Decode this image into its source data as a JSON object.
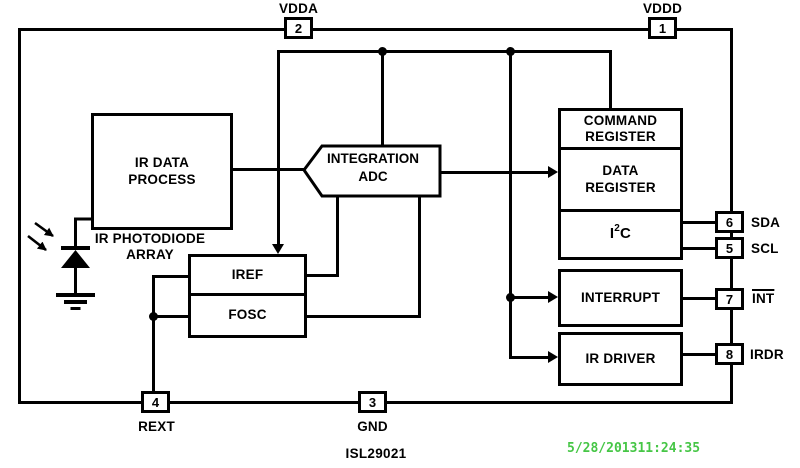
{
  "title": {
    "part_number": "ISL29021"
  },
  "watermark": {
    "timestamp": "5/28/201311:24:35"
  },
  "colors": {
    "line": "#000000",
    "background": "#ffffff",
    "timestamp_green": "#46c646"
  },
  "blocks": {
    "ir_data_process": "IR DATA\nPROCESS",
    "ir_photodiode_array": "IR PHOTODIODE\nARRAY",
    "integration_adc": "INTEGRATION\nADC",
    "iref": "IREF",
    "fosc": "FOSC",
    "command_register": "COMMAND\nREGISTER",
    "data_register": "DATA\nREGISTER",
    "i2c": {
      "base": "I",
      "sup": "2",
      "end": "C"
    },
    "interrupt": "INTERRUPT",
    "ir_driver": "IR DRIVER"
  },
  "pins": {
    "vdda": {
      "number": "2",
      "label": "VDDA"
    },
    "vddd": {
      "number": "1",
      "label": "VDDD"
    },
    "gnd": {
      "number": "3",
      "label": "GND"
    },
    "rext": {
      "number": "4",
      "label": "REXT"
    },
    "sda": {
      "number": "6",
      "label": "SDA"
    },
    "scl": {
      "number": "5",
      "label": "SCL"
    },
    "int": {
      "number": "7",
      "label": "INT"
    },
    "irdr": {
      "number": "8",
      "label": "IRDR"
    }
  }
}
